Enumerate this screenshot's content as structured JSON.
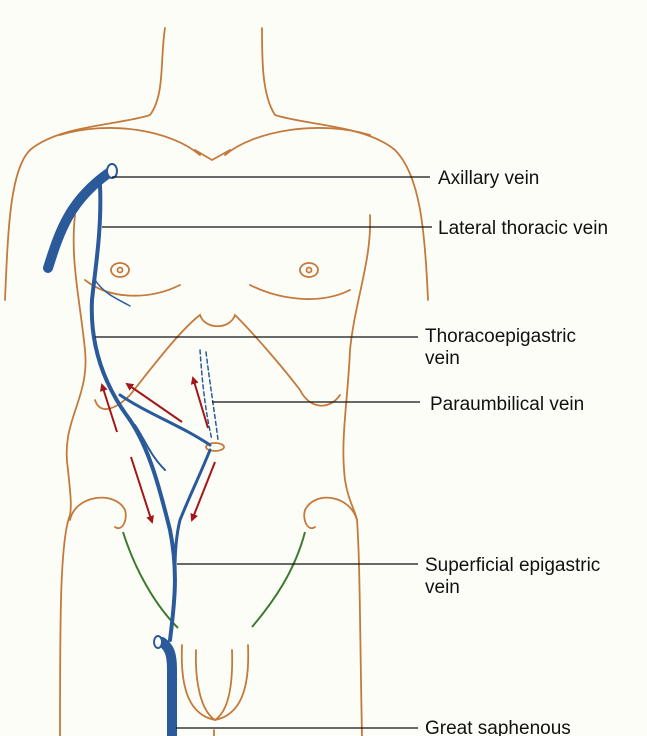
{
  "labels": {
    "axillary": "Axillary vein",
    "lateral_thoracic": "Lateral thoracic vein",
    "thoracoepigastric_1": "Thoracoepigastric",
    "thoracoepigastric_2": "vein",
    "paraumbilical": "Paraumbilical vein",
    "superficial_epigastric_1": "Superficial epigastric",
    "superficial_epigastric_2": "vein",
    "great_saphenous": "Great saphenous"
  },
  "colors": {
    "background": "#fdfdf8",
    "body_outline": "#c47a3c",
    "vein": "#2b5a9b",
    "flow_arrow": "#a3161a",
    "inguinal_ligament": "#3d7a30"
  }
}
